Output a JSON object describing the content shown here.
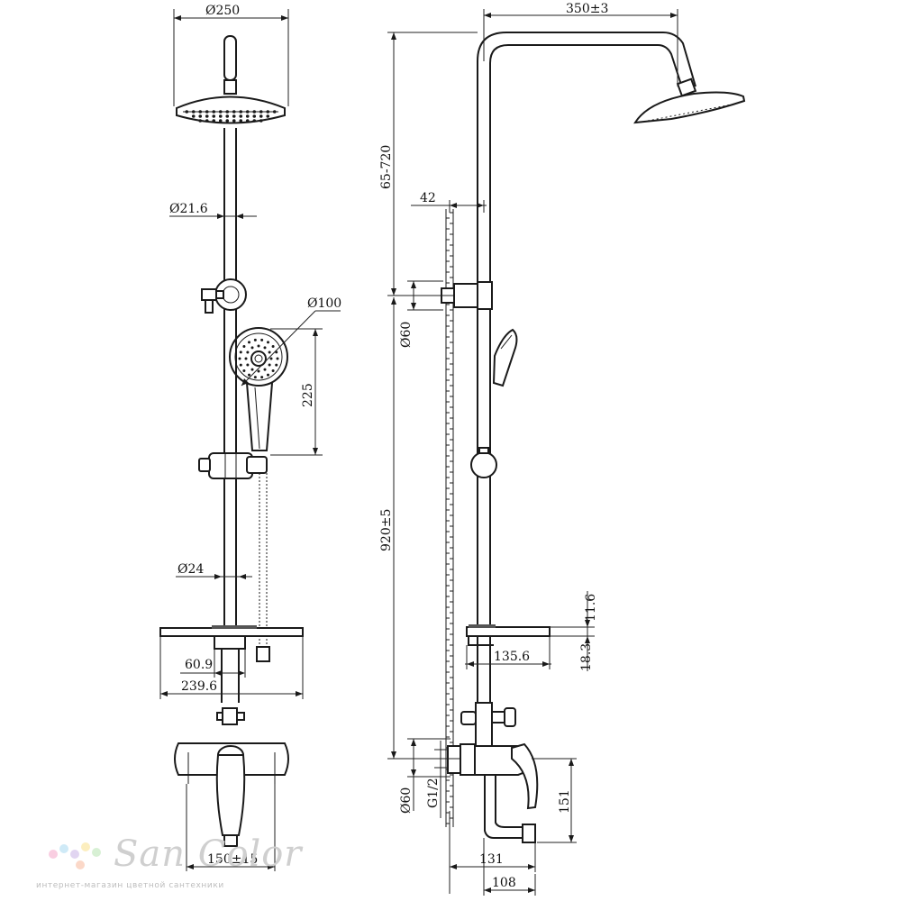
{
  "left_view": {
    "head_diameter": "Ø250",
    "rail_diameter": "Ø21.6",
    "hand_shower_diameter": "Ø100",
    "hand_shower_height": "225",
    "lower_rail_diameter": "Ø24",
    "shelf_offset": "60.9",
    "shelf_width": "239.6",
    "mixer_spacing": "150±15"
  },
  "right_view": {
    "arm_reach": "350±3",
    "height_range": "65-720",
    "wall_offset": "42",
    "bracket_diameter": "Ø60",
    "rail_length": "920±5",
    "shelf_thickness": "11.6",
    "shelf_height": "18.3",
    "shelf_depth": "135.6",
    "flange_diameter": "Ø60",
    "thread": "G1/2",
    "mixer_height": "151",
    "spout_reach": "131",
    "mixer_depth": "108"
  },
  "brand": {
    "name": "San Color",
    "tagline": "интернет-магазин цветной сантехники",
    "dot_colors": [
      "#f4a6c9",
      "#a8d8f0",
      "#c9b3e6",
      "#f9e08a",
      "#b7e3b0",
      "#f7b89a"
    ]
  }
}
